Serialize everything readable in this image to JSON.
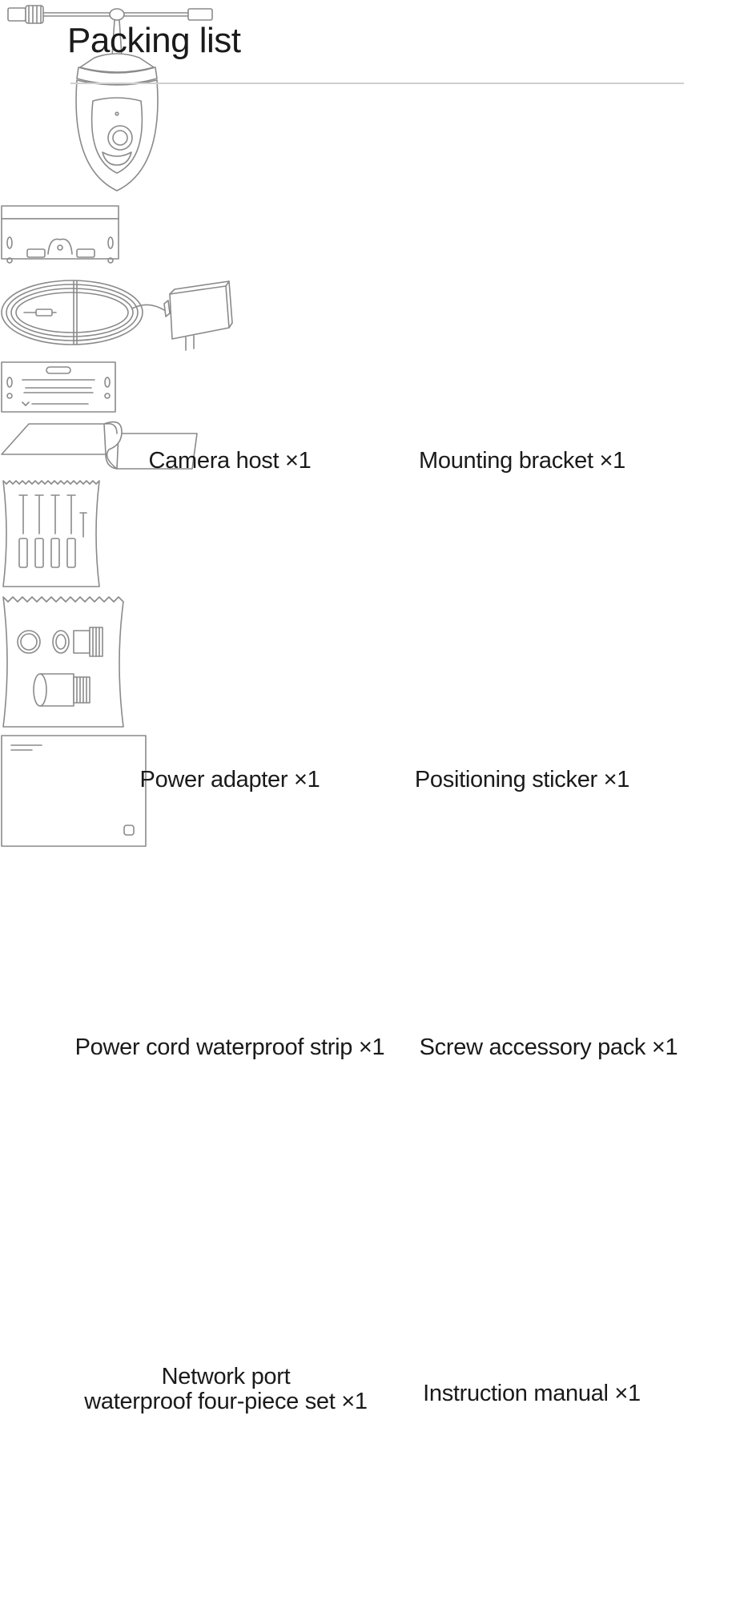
{
  "page_title": "Packing list",
  "items": [
    {
      "label_lines": [
        "Camera host ×1"
      ]
    },
    {
      "label_lines": [
        "Mounting bracket ×1"
      ]
    },
    {
      "label_lines": [
        "Power adapter ×1"
      ]
    },
    {
      "label_lines": [
        "Positioning sticker ×1"
      ]
    },
    {
      "label_lines": [
        "Power cord waterproof strip ×1"
      ]
    },
    {
      "label_lines": [
        "Screw accessory pack ×1"
      ]
    },
    {
      "label_lines": [
        "Network port",
        "waterproof four-piece set ×1"
      ]
    },
    {
      "label_lines": [
        "Instruction manual ×1"
      ]
    }
  ],
  "colors": {
    "text": "#1a1a1a",
    "line_art": "#8a8a8a",
    "divider": "#cfcfcf",
    "background": "#ffffff"
  }
}
